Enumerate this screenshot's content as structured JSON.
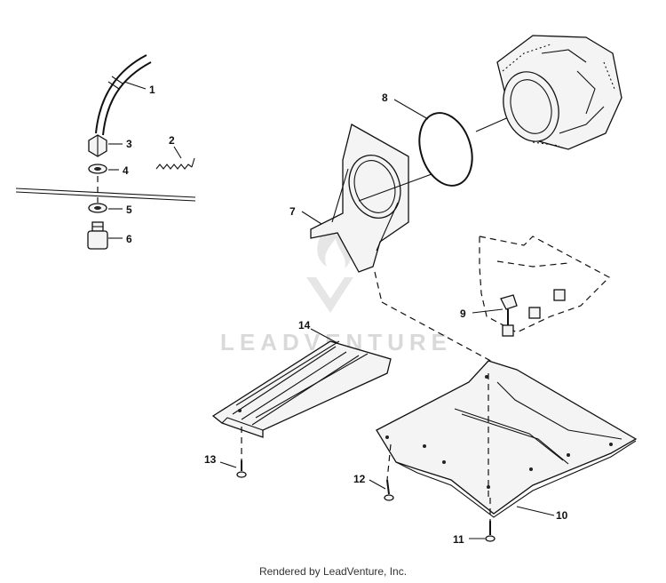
{
  "callouts": [
    {
      "id": "1",
      "label": "1"
    },
    {
      "id": "2",
      "label": "2"
    },
    {
      "id": "3",
      "label": "3"
    },
    {
      "id": "4",
      "label": "4"
    },
    {
      "id": "5",
      "label": "5"
    },
    {
      "id": "6",
      "label": "6"
    },
    {
      "id": "7",
      "label": "7"
    },
    {
      "id": "8",
      "label": "8"
    },
    {
      "id": "9",
      "label": "9"
    },
    {
      "id": "10",
      "label": "10"
    },
    {
      "id": "11",
      "label": "11"
    },
    {
      "id": "12",
      "label": "12"
    },
    {
      "id": "13",
      "label": "13"
    },
    {
      "id": "14",
      "label": "14"
    }
  ],
  "watermark": {
    "text": "LEADVENTURE"
  },
  "footer": {
    "credit": "Rendered by LeadVenture, Inc."
  }
}
